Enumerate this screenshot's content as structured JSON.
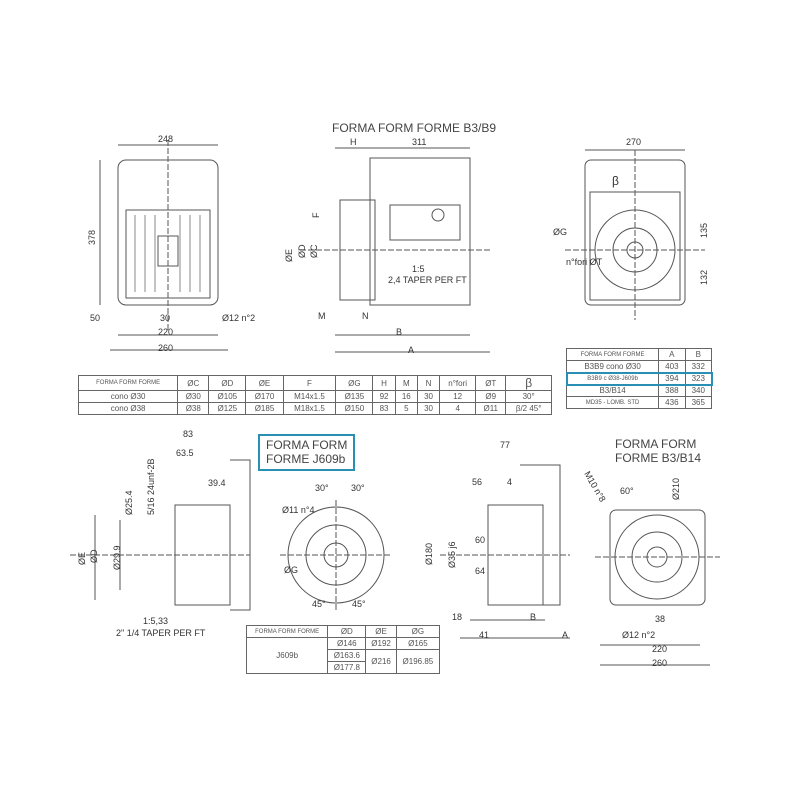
{
  "main_title": "FORMA FORM FORME B3/B9",
  "view1": {
    "width": "248",
    "height": "378",
    "left_offset": "50",
    "center": "30",
    "hole": "Ø12 n°2",
    "base_inner": "220",
    "base_outer": "260"
  },
  "view2": {
    "H": "H",
    "length": "311",
    "F": "F",
    "E": "ØE",
    "D": "ØD",
    "C": "ØC",
    "ratio": "1:5",
    "taper": "2,4 TAPER PER FT",
    "M": "M",
    "N": "N",
    "B": "B",
    "A": "A"
  },
  "view3": {
    "width": "270",
    "beta": "β",
    "G": "ØG",
    "holes": "n°fori ØT",
    "upper": "135",
    "lower": "132"
  },
  "table_main": {
    "headers": [
      "FORMA FORM FORME",
      "ØC",
      "ØD",
      "ØE",
      "F",
      "ØG",
      "H",
      "M",
      "N",
      "n°fori",
      "ØT",
      "β"
    ],
    "rows": [
      [
        "cono Ø30",
        "Ø30",
        "Ø105",
        "Ø170",
        "M14x1.5",
        "Ø135",
        "92",
        "16",
        "30",
        "12",
        "Ø9",
        "30°"
      ],
      [
        "cono Ø38",
        "Ø38",
        "Ø125",
        "Ø185",
        "M18x1.5",
        "Ø150",
        "83",
        "5",
        "30",
        "4",
        "Ø11",
        "β/2 45°"
      ]
    ]
  },
  "table_ab": {
    "headers": [
      "FORMA FORM FORME",
      "A",
      "B"
    ],
    "rows": [
      [
        "B3B9 cono Ø30",
        "403",
        "332"
      ],
      [
        "B3B9 c Ø38-J609b",
        "394",
        "323"
      ],
      [
        "B3/B14",
        "388",
        "340"
      ],
      [
        "MD35 - LOMB. STD",
        "436",
        "365"
      ]
    ],
    "highlighted_row": 1,
    "highlight_color": "#2a8fb5"
  },
  "j609_title": [
    "FORMA FORM",
    "FORME J609b"
  ],
  "view4": {
    "d83": "83",
    "d63": "63.5",
    "d39": "39.4",
    "d25": "Ø25.4",
    "thread": "5/16 24unf-2B",
    "E": "ØE",
    "D": "ØD",
    "d29": "Ø29.9",
    "ratio": "1:5,33",
    "taper": "2\" 1/4 TAPER PER FT"
  },
  "view5": {
    "a1": "30°",
    "a2": "30°",
    "holes": "Ø11 n°4",
    "G": "ØG",
    "b1": "45°",
    "b2": "45°"
  },
  "table_j609": {
    "headers": [
      "FORMA FORM FORME",
      "ØD",
      "ØE",
      "ØG"
    ],
    "name": "J609b",
    "D": [
      "Ø146",
      "Ø163.6",
      "Ø177.8"
    ],
    "E": [
      "Ø192",
      "Ø216"
    ],
    "G": [
      "Ø165",
      "Ø196.85"
    ]
  },
  "view6": {
    "d77": "77",
    "d56": "56",
    "d4": "4",
    "d180": "Ø180",
    "d35": "Ø35 j6",
    "d60": "60",
    "d64": "64",
    "d18": "18",
    "d41": "41",
    "B": "B",
    "A": "A"
  },
  "b14_title": [
    "FORMA FORM",
    "FORME B3/B14"
  ],
  "view7": {
    "bolts": "M10 n°8",
    "angle": "60°",
    "d210": "Ø210",
    "d38": "38",
    "hole": "Ø12 n°2",
    "d220": "220",
    "d260": "260"
  }
}
